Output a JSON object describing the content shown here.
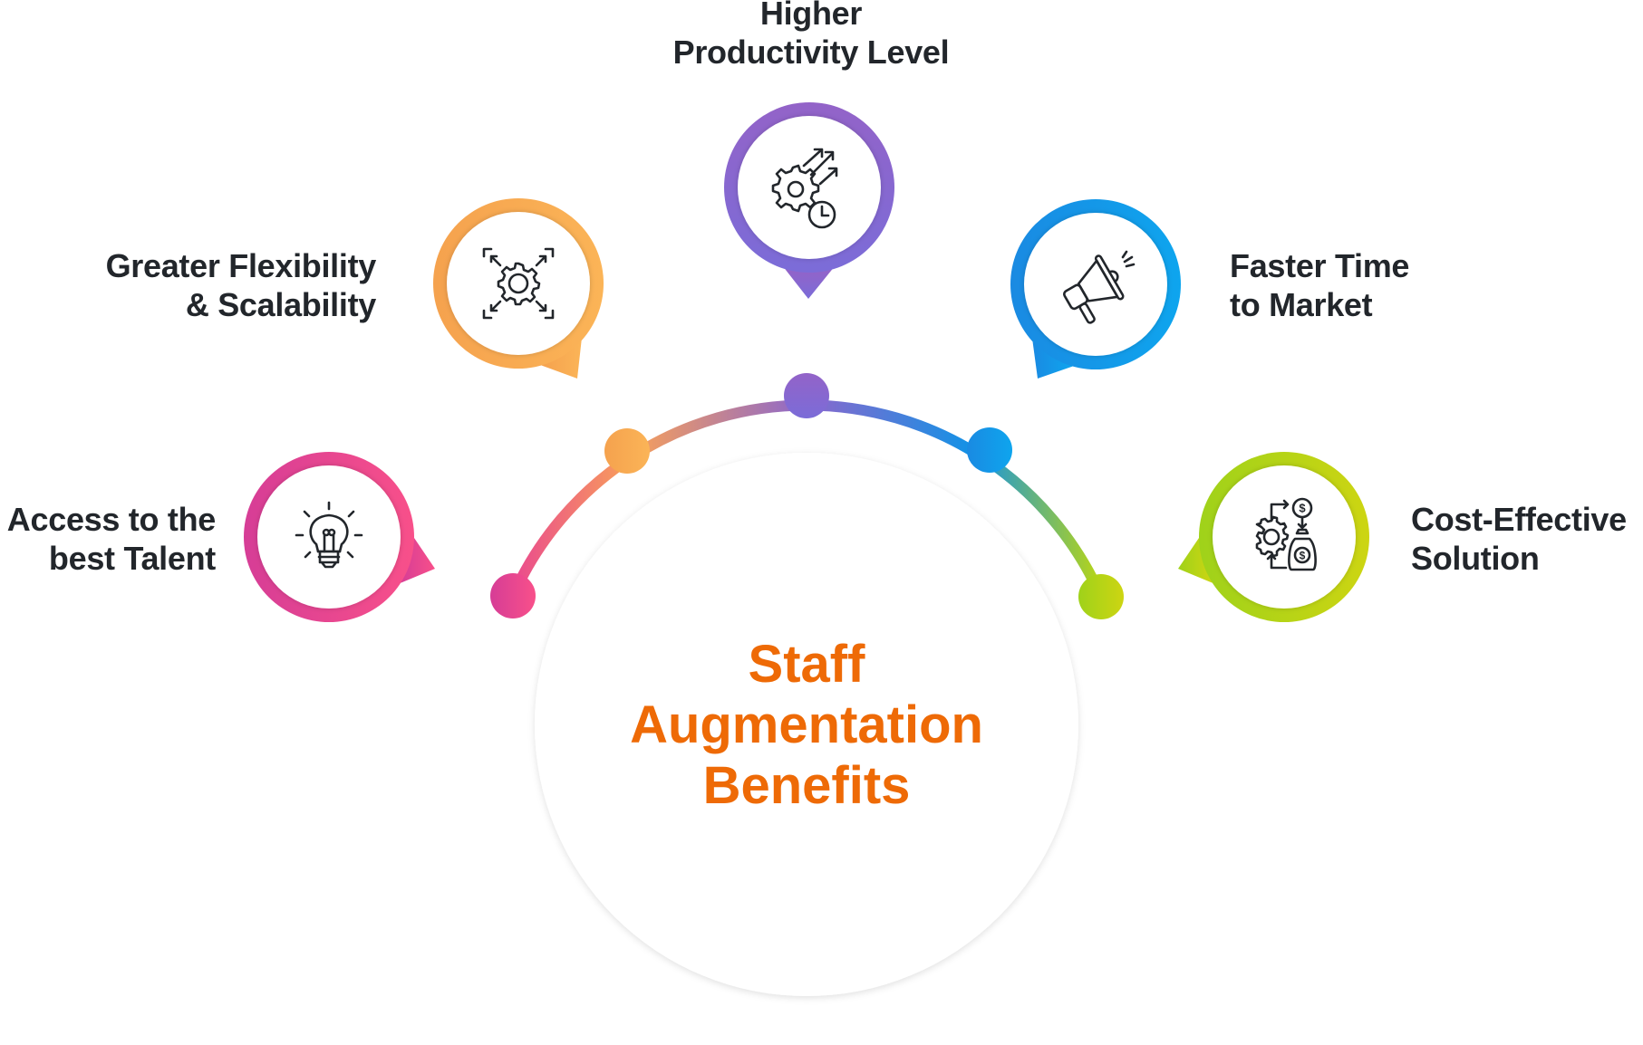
{
  "title": {
    "lines": [
      "Staff",
      "Augmentation",
      "Benefits"
    ],
    "color": "#ee6a06"
  },
  "benefits": [
    {
      "id": "talent",
      "lines": [
        "Access to the",
        "best Talent"
      ],
      "icon": "lightbulb-icon",
      "colors": [
        "#d63d96",
        "#f8508a"
      ]
    },
    {
      "id": "flexibility",
      "lines": [
        "Greater Flexibility",
        "& Scalability"
      ],
      "icon": "gear-expand-icon",
      "colors": [
        "#f5a24e",
        "#fbb457"
      ]
    },
    {
      "id": "productivity",
      "lines": [
        "Higher",
        "Productivity Level"
      ],
      "icon": "gear-clock-arrows-icon",
      "colors": [
        "#9363c8",
        "#7b6cd8"
      ]
    },
    {
      "id": "market",
      "lines": [
        "Faster Time",
        "to Market"
      ],
      "icon": "megaphone-icon",
      "colors": [
        "#1a8ae2",
        "#0ea5ee"
      ]
    },
    {
      "id": "cost",
      "lines": [
        "Cost-Effective",
        "Solution"
      ],
      "icon": "money-bag-gear-icon",
      "colors": [
        "#9fd21a",
        "#cdd512"
      ]
    }
  ]
}
